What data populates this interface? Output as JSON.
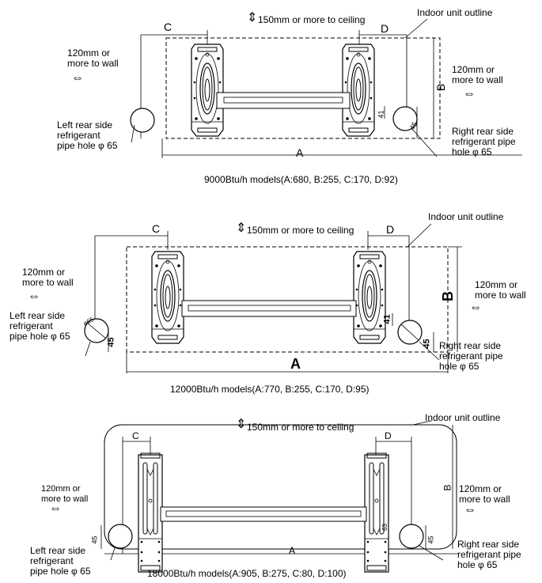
{
  "diagrams": [
    {
      "caption": "9000Btu/h models(A:680, B:255, C:170,  D:92)",
      "ceiling_label": "150mm or more to ceiling",
      "outline_label": "Indoor unit outline",
      "left_wall_label": "120mm or\nmore to wall",
      "right_wall_label": "120mm or\nmore to wall",
      "left_hole_label": "Left rear side\nrefrigerant\npipe hole  φ 65",
      "right_hole_label": "Right rear side\nrefrigerant pipe\nhole  φ 65",
      "dim_a": "A",
      "dim_b": "B",
      "dim_c": "C",
      "dim_d": "D",
      "dim_45": "45",
      "dim_41": "41"
    },
    {
      "caption": "12000Btu/h models(A:770, B:255, C:170,  D:95)",
      "ceiling_label": "150mm or more to ceiling",
      "outline_label": "Indoor unit outline",
      "left_wall_label": "120mm or\nmore to wall",
      "right_wall_label": "120mm or\nmore to wall",
      "left_hole_label": "Left rear side\nrefrigerant\npipe hole  φ 65",
      "right_hole_label": "Right rear side\nrefrigerant pipe\nhole  φ 65",
      "dim_a": "A",
      "dim_b": "B",
      "dim_c": "C",
      "dim_d": "D",
      "dim_45": "45",
      "dim_41": "41",
      "dim_65": "ø65"
    },
    {
      "caption": "18000Btu/h models(A:905, B:275, C:80,  D:100)",
      "ceiling_label": "150mm or more to ceiling",
      "outline_label": "Indoor unit outline",
      "left_wall_label": "120mm or\nmore to wall",
      "right_wall_label": "120mm or\nmore to wall",
      "left_hole_label": "Left rear side\nrefrigerant\npipe hole  φ 65",
      "right_hole_label": "Right rear side\nrefrigerant pipe\nhole  φ 65",
      "dim_a": "A",
      "dim_b": "B",
      "dim_c": "C",
      "dim_d": "D",
      "dim_45": "45",
      "dim_63": "63"
    }
  ],
  "symbols": {
    "up_down_arrow": "⇕",
    "left_right_arrow": "⇔"
  },
  "colors": {
    "line": "#000000",
    "background": "#ffffff"
  }
}
